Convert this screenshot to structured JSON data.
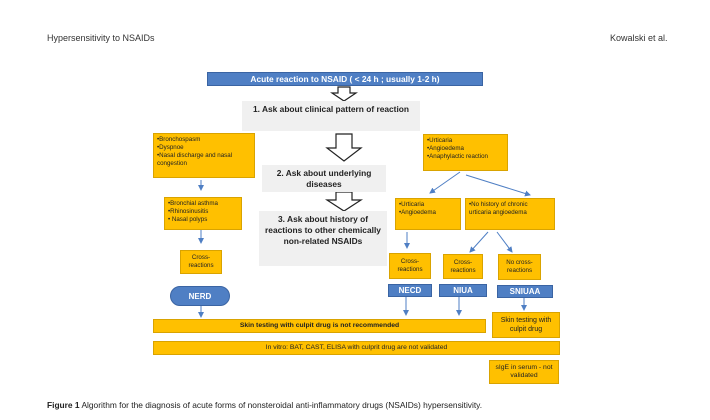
{
  "header": {
    "left": "Hypersensitivity to NSAIDs",
    "right": "Kowalski et al."
  },
  "flow": {
    "top": "Acute reaction to NSAID  ( < 24 h ; usually 1-2 h)",
    "step1": "1. Ask about clinical pattern of reaction",
    "step2": "2. Ask about underlying diseases",
    "step3": "3. Ask about  history of reactions  to other chemically  non-related NSAIDs",
    "resp_symptoms": [
      "•Bronchospasm",
      "•Dyspnoe",
      "•Nasal discharge and nasal congestion"
    ],
    "resp_diseases": [
      "•Bronchial asthma",
      "•Rhinosinusitis",
      "• Nasal polyps"
    ],
    "resp_cross": "Cross-reactions",
    "nerd": "NERD",
    "skin_symptoms": [
      "•Urticaria",
      "•Angioedema",
      "•Anaphylactic reaction"
    ],
    "skin_left": [
      "•Urticaria",
      "•Angioedema"
    ],
    "skin_right": "•No history of chronic urticaria angioedema",
    "cross_necd": "Cross-reactions",
    "cross_niua": "Cross-reactions",
    "no_cross": "No cross-reactions",
    "necd": "NECD",
    "niua": "NIUA",
    "sniuaa": "SNIUAA",
    "skin_test_not": "Skin testing with culpit drug is not recommended",
    "skin_test_yes": "Skin testing with culpit drug",
    "in_vitro": "In vitro:  BAT, CAST, ELISA with culprit drug are not validated",
    "sige": "sIgE in serum - not validated"
  },
  "caption": {
    "label": "Figure 1",
    "text": "Algorithm for the diagnosis of acute forms of nonsteroidal anti-inflammatory drugs (NSAIDs) hypersensitivity."
  },
  "colors": {
    "blue": "#4f7fc4",
    "yellow": "#ffc000",
    "grey": "#f0f0f0"
  }
}
